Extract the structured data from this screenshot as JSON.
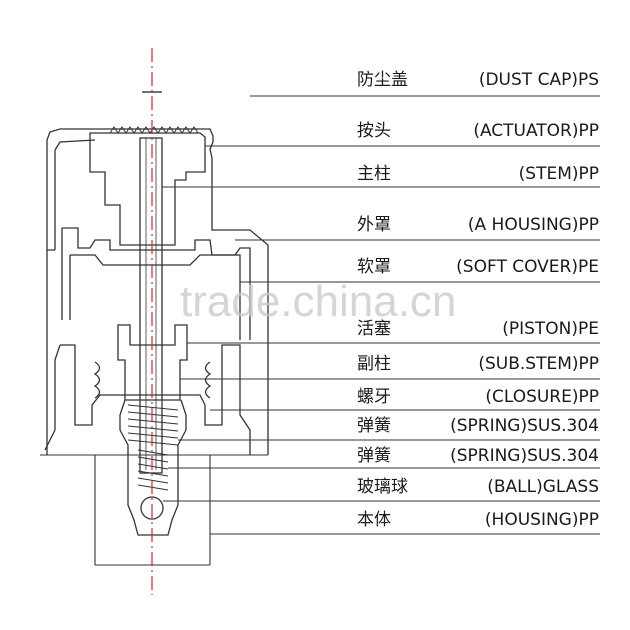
{
  "parts": [
    {
      "cn": "防尘盖",
      "en": "(DUST CAP)PS"
    },
    {
      "cn": "按头",
      "en": "(ACTUATOR)PP"
    },
    {
      "cn": "主柱",
      "en": "(STEM)PP"
    },
    {
      "cn": "外罩",
      "en": "(A HOUSING)PP"
    },
    {
      "cn": "软罩",
      "en": "(SOFT COVER)PE"
    },
    {
      "cn": "活塞",
      "en": "(PISTON)PE"
    },
    {
      "cn": "副柱",
      "en": "(SUB.STEM)PP"
    },
    {
      "cn": "螺牙",
      "en": "(CLOSURE)PP"
    },
    {
      "cn": "弹簧",
      "en": "(SPRING)SUS.304"
    },
    {
      "cn": "弹簧",
      "en": "(SPRING)SUS.304"
    },
    {
      "cn": "玻璃球",
      "en": "(BALL)GLASS"
    },
    {
      "cn": "本体",
      "en": "(HOUSING)PP"
    }
  ],
  "watermark": "trade.china.cn",
  "colors": {
    "line": "#333333",
    "centerline": "#d42a2a",
    "watermark": "#c8c8c8"
  }
}
